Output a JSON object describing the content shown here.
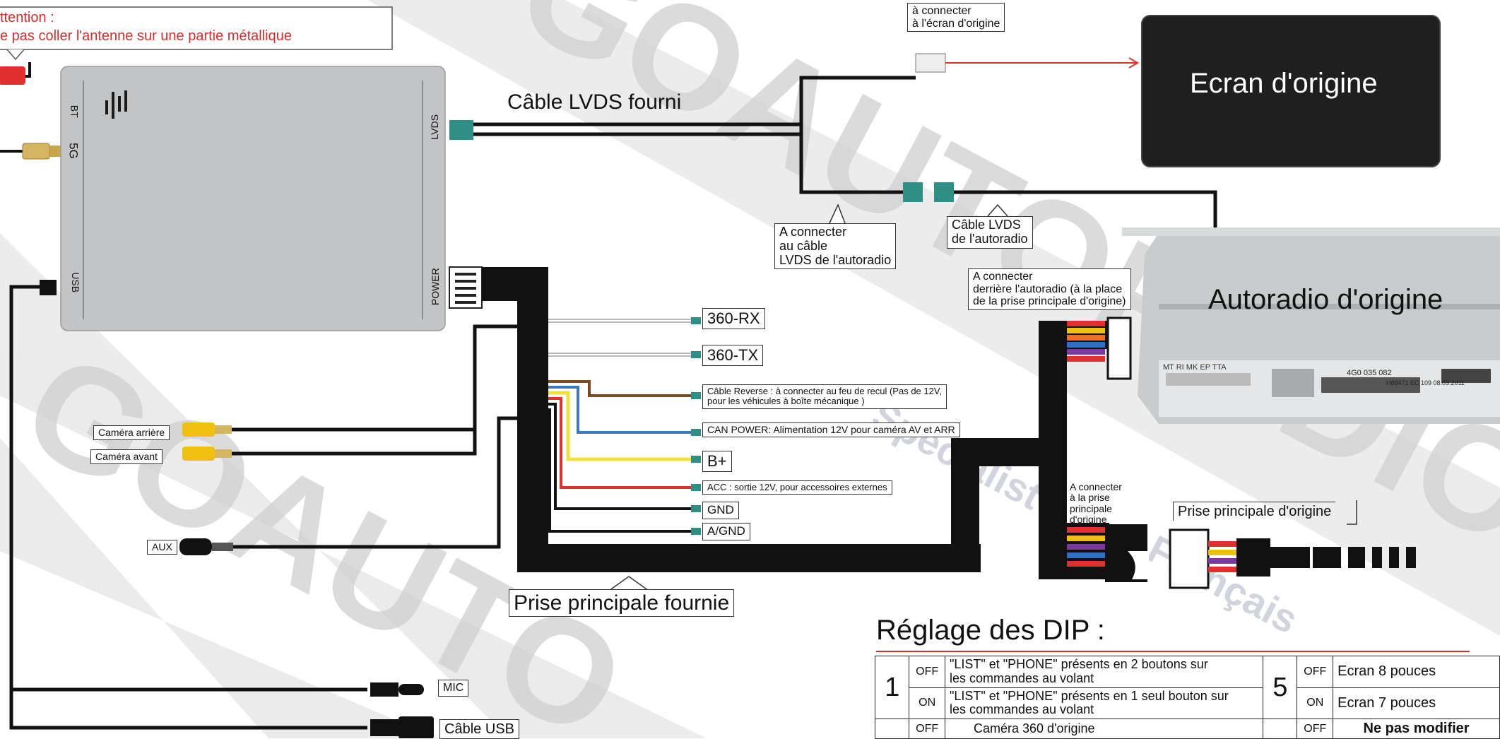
{
  "watermark": {
    "lines": [
      "GOAUTORADIO",
      "GOAUTO"
    ],
    "faint": [
      "Specialist",
      "Français"
    ]
  },
  "antenna_note": {
    "title": "ttention :",
    "body": "e pas coller l'antenne sur une partie métallique"
  },
  "module": {
    "labels": {
      "bt": "BT",
      "g5": "5G",
      "usb": "USB",
      "lvds": "LVDS",
      "power": "POWER"
    }
  },
  "lvds": {
    "cable_label": "Câble LVDS fourni",
    "connect_screen": "à connecter\nà l'écran d'origine",
    "connect_radio_cable": "A connecter\nau câble\nLVDS de l'autoradio",
    "radio_cable": "Câble LVDS\n de l'autoradio"
  },
  "screen": {
    "label": "Ecran d'origine"
  },
  "radio": {
    "label": "Autoradio d'origine",
    "connect_behind": "A connecter\nderrière l'autoradio (à la place\nde la prise principale d'origine)",
    "connect_main": "A connecter\nà la prise\nprincipale\nd'origine",
    "photo_text": [
      "MT  RI  MK  EP  TTA",
      "4G0 035 082",
      "H88471 EC 109 08.03.2011"
    ]
  },
  "wires": {
    "rx": "360-RX",
    "tx": "360-TX",
    "reverse": "Câble Reverse : à connecter au feu de recul (Pas de 12V,\npour les véhicules à boîte mécanique )",
    "can": "CAN POWER: Alimentation 12V pour caméra AV et ARR",
    "bplus": "B+",
    "acc": "ACC : sortie 12V, pour accessoires externes",
    "gnd": "GND",
    "agnd": "A/GND",
    "main_plug": "Prise principale fournie",
    "original_plug": "Prise principale d'origine"
  },
  "io": {
    "camera_rear": "Caméra arrière",
    "camera_front": "Caméra avant",
    "aux": "AUX",
    "mic": "MIC",
    "usb_cable": "Câble USB"
  },
  "dip": {
    "title": "Réglage des DIP :",
    "rows": [
      {
        "num": "1",
        "state": "OFF",
        "desc_html": "\"LIST\" et \"PHONE\" présents en 2 boutons sur\nles commandes au volant",
        "num2": "5",
        "state2": "OFF",
        "desc2": "Ecran 8 pouces"
      },
      {
        "state": "ON",
        "desc_html": "\"LIST\" et \"PHONE\" présents en 1 seul bouton sur\nles commandes au volant",
        "state2": "ON",
        "desc2": "Ecran 7 pouces"
      },
      {
        "state": "OFF",
        "desc_html": "Caméra 360 d'origine",
        "state2": "OFF",
        "desc2": "Ne pas modifier"
      }
    ]
  },
  "colors": {
    "wire": "#111111",
    "module": "#c3c4c6",
    "screen": "#1f1f1f",
    "teal": "#2e8f84",
    "accent_red": "#d92b2b"
  }
}
